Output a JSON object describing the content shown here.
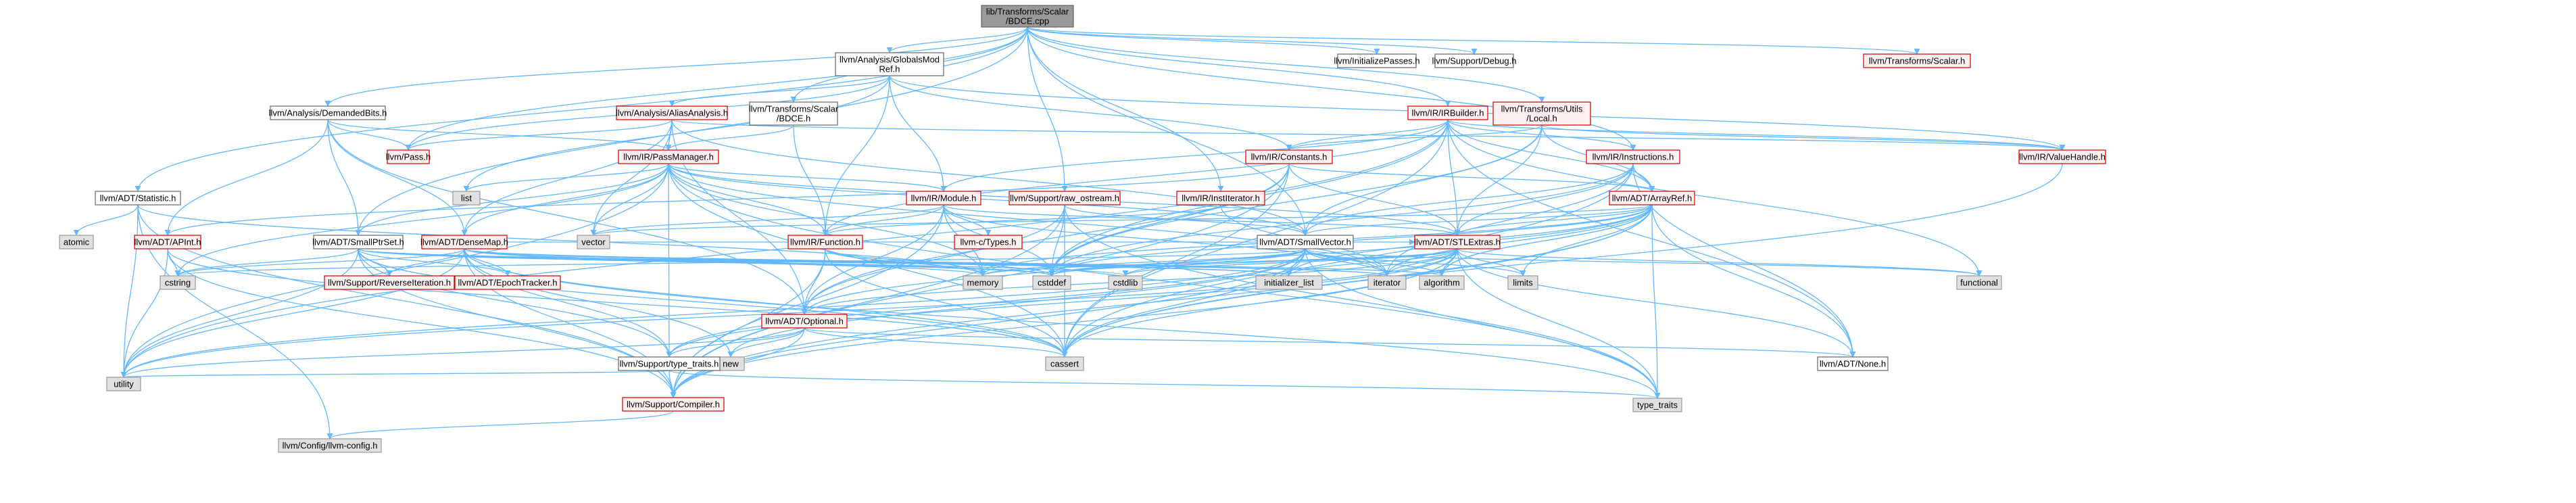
{
  "diagram": {
    "nodes": [
      {
        "id": "root",
        "lines": [
          "lib/Transforms/Scalar",
          "/BDCE.cpp"
        ],
        "style": "root"
      },
      {
        "id": "globalsmodref",
        "lines": [
          "llvm/Analysis/GlobalsMod",
          "Ref.h"
        ],
        "style": "plain"
      },
      {
        "id": "initpasses",
        "lines": [
          "llvm/InitializePasses.h"
        ],
        "style": "plain"
      },
      {
        "id": "debug",
        "lines": [
          "llvm/Support/Debug.h"
        ],
        "style": "plain"
      },
      {
        "id": "scalarh",
        "lines": [
          "llvm/Transforms/Scalar.h"
        ],
        "style": "red"
      },
      {
        "id": "demandedbits",
        "lines": [
          "llvm/Analysis/DemandedBits.h"
        ],
        "style": "plain"
      },
      {
        "id": "aliasanalysis",
        "lines": [
          "llvm/Analysis/AliasAnalysis.h"
        ],
        "style": "red"
      },
      {
        "id": "bdceh",
        "lines": [
          "llvm/Transforms/Scalar",
          "/BDCE.h"
        ],
        "style": "plain"
      },
      {
        "id": "irbuilder",
        "lines": [
          "llvm/IR/IRBuilder.h"
        ],
        "style": "red"
      },
      {
        "id": "utilslocal",
        "lines": [
          "llvm/Transforms/Utils",
          "/Local.h"
        ],
        "style": "red"
      },
      {
        "id": "passh",
        "lines": [
          "llvm/Pass.h"
        ],
        "style": "red"
      },
      {
        "id": "passmanager",
        "lines": [
          "llvm/IR/PassManager.h"
        ],
        "style": "red"
      },
      {
        "id": "constants",
        "lines": [
          "llvm/IR/Constants.h"
        ],
        "style": "red"
      },
      {
        "id": "instructions",
        "lines": [
          "llvm/IR/Instructions.h"
        ],
        "style": "red"
      },
      {
        "id": "valuehandle",
        "lines": [
          "llvm/IR/ValueHandle.h"
        ],
        "style": "red"
      },
      {
        "id": "statistic",
        "lines": [
          "llvm/ADT/Statistic.h"
        ],
        "style": "plain"
      },
      {
        "id": "list",
        "lines": [
          "list"
        ],
        "style": "gray"
      },
      {
        "id": "module",
        "lines": [
          "llvm/IR/Module.h"
        ],
        "style": "red"
      },
      {
        "id": "rawostream",
        "lines": [
          "llvm/Support/raw_ostream.h"
        ],
        "style": "red"
      },
      {
        "id": "institerator",
        "lines": [
          "llvm/IR/InstIterator.h"
        ],
        "style": "red"
      },
      {
        "id": "arrayref",
        "lines": [
          "llvm/ADT/ArrayRef.h"
        ],
        "style": "red"
      },
      {
        "id": "atomic",
        "lines": [
          "atomic"
        ],
        "style": "gray"
      },
      {
        "id": "apint",
        "lines": [
          "llvm/ADT/APInt.h"
        ],
        "style": "red"
      },
      {
        "id": "smallptrset",
        "lines": [
          "llvm/ADT/SmallPtrSet.h"
        ],
        "style": "plain"
      },
      {
        "id": "densemap",
        "lines": [
          "llvm/ADT/DenseMap.h"
        ],
        "style": "red"
      },
      {
        "id": "vector",
        "lines": [
          "vector"
        ],
        "style": "gray"
      },
      {
        "id": "function",
        "lines": [
          "llvm/IR/Function.h"
        ],
        "style": "red"
      },
      {
        "id": "ctypes",
        "lines": [
          "llvm-c/Types.h"
        ],
        "style": "red"
      },
      {
        "id": "smallvector",
        "lines": [
          "llvm/ADT/SmallVector.h"
        ],
        "style": "plain"
      },
      {
        "id": "stlextras",
        "lines": [
          "llvm/ADT/STLExtras.h"
        ],
        "style": "red"
      },
      {
        "id": "cstring",
        "lines": [
          "cstring"
        ],
        "style": "gray"
      },
      {
        "id": "reverseiteration",
        "lines": [
          "llvm/Support/ReverseIteration.h"
        ],
        "style": "red"
      },
      {
        "id": "epochtracker",
        "lines": [
          "llvm/ADT/EpochTracker.h"
        ],
        "style": "red"
      },
      {
        "id": "memory",
        "lines": [
          "memory"
        ],
        "style": "gray"
      },
      {
        "id": "cstddef",
        "lines": [
          "cstddef"
        ],
        "style": "gray"
      },
      {
        "id": "cstdlib",
        "lines": [
          "cstdlib"
        ],
        "style": "gray"
      },
      {
        "id": "initlist",
        "lines": [
          "initializer_list"
        ],
        "style": "gray"
      },
      {
        "id": "iterator",
        "lines": [
          "iterator"
        ],
        "style": "gray"
      },
      {
        "id": "algorithm",
        "lines": [
          "algorithm"
        ],
        "style": "gray"
      },
      {
        "id": "limits",
        "lines": [
          "limits"
        ],
        "style": "gray"
      },
      {
        "id": "functional",
        "lines": [
          "functional"
        ],
        "style": "gray"
      },
      {
        "id": "optional",
        "lines": [
          "llvm/ADT/Optional.h"
        ],
        "style": "red"
      },
      {
        "id": "newh",
        "lines": [
          "new"
        ],
        "style": "gray"
      },
      {
        "id": "typetraits",
        "lines": [
          "llvm/Support/type_traits.h"
        ],
        "style": "plain"
      },
      {
        "id": "cassert",
        "lines": [
          "cassert"
        ],
        "style": "gray"
      },
      {
        "id": "noneh",
        "lines": [
          "llvm/ADT/None.h"
        ],
        "style": "plain"
      },
      {
        "id": "utility",
        "lines": [
          "utility"
        ],
        "style": "gray"
      },
      {
        "id": "compiler",
        "lines": [
          "llvm/Support/Compiler.h"
        ],
        "style": "red"
      },
      {
        "id": "type_traits",
        "lines": [
          "type_traits"
        ],
        "style": "gray"
      },
      {
        "id": "llvmconfig",
        "lines": [
          "llvm/Config/llvm-config.h"
        ],
        "style": "gray"
      }
    ],
    "edges": [
      [
        "root",
        "globalsmodref"
      ],
      [
        "root",
        "initpasses"
      ],
      [
        "root",
        "debug"
      ],
      [
        "root",
        "scalarh"
      ],
      [
        "root",
        "demandedbits"
      ],
      [
        "root",
        "bdceh"
      ],
      [
        "root",
        "irbuilder"
      ],
      [
        "root",
        "utilslocal"
      ],
      [
        "root",
        "passh"
      ],
      [
        "root",
        "statistic"
      ],
      [
        "root",
        "instructions"
      ],
      [
        "root",
        "institerator"
      ],
      [
        "root",
        "rawostream"
      ],
      [
        "root",
        "smallptrset"
      ],
      [
        "root",
        "smallvector"
      ],
      [
        "globalsmodref",
        "aliasanalysis"
      ],
      [
        "globalsmodref",
        "constants"
      ],
      [
        "globalsmodref",
        "module"
      ],
      [
        "globalsmodref",
        "valuehandle"
      ],
      [
        "globalsmodref",
        "passh"
      ],
      [
        "globalsmodref",
        "list"
      ],
      [
        "globalsmodref",
        "function"
      ],
      [
        "demandedbits",
        "passh"
      ],
      [
        "demandedbits",
        "passmanager"
      ],
      [
        "demandedbits",
        "apint"
      ],
      [
        "demandedbits",
        "smallptrset"
      ],
      [
        "demandedbits",
        "densemap"
      ],
      [
        "demandedbits",
        "optional"
      ],
      [
        "aliasanalysis",
        "passh"
      ],
      [
        "aliasanalysis",
        "passmanager"
      ],
      [
        "aliasanalysis",
        "densemap"
      ],
      [
        "aliasanalysis",
        "optional"
      ],
      [
        "aliasanalysis",
        "smallvector"
      ],
      [
        "aliasanalysis",
        "vector"
      ],
      [
        "aliasanalysis",
        "valuehandle"
      ],
      [
        "bdceh",
        "passmanager"
      ],
      [
        "bdceh",
        "function"
      ],
      [
        "irbuilder",
        "arrayref"
      ],
      [
        "irbuilder",
        "stlextras"
      ],
      [
        "irbuilder",
        "constants"
      ],
      [
        "irbuilder",
        "instructions"
      ],
      [
        "irbuilder",
        "function"
      ],
      [
        "irbuilder",
        "module"
      ],
      [
        "irbuilder",
        "valuehandle"
      ],
      [
        "irbuilder",
        "noneh"
      ],
      [
        "irbuilder",
        "cassert"
      ],
      [
        "irbuilder",
        "cstddef"
      ],
      [
        "irbuilder",
        "functional"
      ],
      [
        "irbuilder",
        "utility"
      ],
      [
        "utilslocal",
        "arrayref"
      ],
      [
        "utilslocal",
        "smallvector"
      ],
      [
        "utilslocal",
        "stlextras"
      ],
      [
        "utilslocal",
        "constants"
      ],
      [
        "utilslocal",
        "valuehandle"
      ],
      [
        "utilslocal",
        "cstdint"
      ],
      [
        "passmanager",
        "densemap"
      ],
      [
        "passmanager",
        "smallptrset"
      ],
      [
        "passmanager",
        "smallvector"
      ],
      [
        "passmanager",
        "stlextras"
      ],
      [
        "passmanager",
        "function"
      ],
      [
        "passmanager",
        "module"
      ],
      [
        "passmanager",
        "list"
      ],
      [
        "passmanager",
        "memory"
      ],
      [
        "passmanager",
        "vector"
      ],
      [
        "passmanager",
        "iterator"
      ],
      [
        "passmanager",
        "cassert"
      ],
      [
        "passmanager",
        "cstring"
      ],
      [
        "passmanager",
        "type_traits"
      ],
      [
        "passmanager",
        "utility"
      ],
      [
        "passmanager",
        "typetraits"
      ],
      [
        "constants",
        "apint"
      ],
      [
        "constants",
        "arrayref"
      ],
      [
        "constants",
        "stlextras"
      ],
      [
        "constants",
        "optional"
      ],
      [
        "constants",
        "compiler"
      ],
      [
        "constants",
        "cassert"
      ],
      [
        "constants",
        "cstddef"
      ],
      [
        "constants",
        "cstdint"
      ],
      [
        "instructions",
        "arrayref"
      ],
      [
        "instructions",
        "stlextras"
      ],
      [
        "instructions",
        "noneh"
      ],
      [
        "instructions",
        "iterator"
      ],
      [
        "instructions",
        "cassert"
      ],
      [
        "instructions",
        "cstddef"
      ],
      [
        "instructions",
        "smallvector"
      ],
      [
        "valuehandle",
        "cassert"
      ],
      [
        "statistic",
        "compiler"
      ],
      [
        "statistic",
        "atomic"
      ],
      [
        "statistic",
        "memory"
      ],
      [
        "statistic",
        "utility"
      ],
      [
        "statistic",
        "llvmconfig"
      ],
      [
        "module",
        "ctypes"
      ],
      [
        "module",
        "function"
      ],
      [
        "module",
        "stlextras"
      ],
      [
        "module",
        "optional"
      ],
      [
        "module",
        "cstddef"
      ],
      [
        "module",
        "iterator"
      ],
      [
        "module",
        "memory"
      ],
      [
        "module",
        "string"
      ],
      [
        "module",
        "vector"
      ],
      [
        "module",
        "compiler"
      ],
      [
        "rawostream",
        "compiler"
      ],
      [
        "rawostream",
        "cassert"
      ],
      [
        "rawostream",
        "cstddef"
      ],
      [
        "rawostream",
        "smallvector"
      ],
      [
        "rawostream",
        "type_traits"
      ],
      [
        "rawostream",
        "optional"
      ],
      [
        "institerator",
        "function"
      ],
      [
        "institerator",
        "iterator"
      ],
      [
        "arrayref",
        "smallvector"
      ],
      [
        "arrayref",
        "stlextras"
      ],
      [
        "arrayref",
        "noneh"
      ],
      [
        "arrayref",
        "compiler"
      ],
      [
        "arrayref",
        "algorithm"
      ],
      [
        "arrayref",
        "array"
      ],
      [
        "arrayref",
        "cassert"
      ],
      [
        "arrayref",
        "cstddef"
      ],
      [
        "arrayref",
        "initlist"
      ],
      [
        "arrayref",
        "iterator"
      ],
      [
        "arrayref",
        "memory"
      ],
      [
        "arrayref",
        "type_traits"
      ],
      [
        "arrayref",
        "vector"
      ],
      [
        "arrayref",
        "optional"
      ],
      [
        "arrayref",
        "limits"
      ],
      [
        "apint",
        "compiler"
      ],
      [
        "apint",
        "cassert"
      ],
      [
        "apint",
        "cstring"
      ],
      [
        "apint",
        "utility"
      ],
      [
        "smallptrset",
        "compiler"
      ],
      [
        "smallptrset",
        "reverseiteration"
      ],
      [
        "smallptrset",
        "typetraits"
      ],
      [
        "smallptrset",
        "cassert"
      ],
      [
        "smallptrset",
        "cstddef"
      ],
      [
        "smallptrset",
        "cstdlib"
      ],
      [
        "smallptrset",
        "cstring"
      ],
      [
        "smallptrset",
        "initlist"
      ],
      [
        "smallptrset",
        "iterator"
      ],
      [
        "smallptrset",
        "utility"
      ],
      [
        "smallptrset",
        "epochtracker"
      ],
      [
        "densemap",
        "epochtracker"
      ],
      [
        "densemap",
        "reverseiteration"
      ],
      [
        "densemap",
        "compiler"
      ],
      [
        "densemap",
        "typetraits"
      ],
      [
        "densemap",
        "algorithm"
      ],
      [
        "densemap",
        "cassert"
      ],
      [
        "densemap",
        "cstddef"
      ],
      [
        "densemap",
        "cstring"
      ],
      [
        "densemap",
        "initlist"
      ],
      [
        "densemap",
        "iterator"
      ],
      [
        "densemap",
        "new"
      ],
      [
        "densemap",
        "type_traits"
      ],
      [
        "densemap",
        "utility"
      ],
      [
        "densemap",
        "memory"
      ],
      [
        "densemap",
        "stlextras"
      ],
      [
        "function",
        "compiler"
      ],
      [
        "function",
        "memory"
      ],
      [
        "function",
        "cstddef"
      ],
      [
        "function",
        "cassert"
      ],
      [
        "function",
        "optional"
      ],
      [
        "smallvector",
        "compiler"
      ],
      [
        "smallvector",
        "typetraits"
      ],
      [
        "smallvector",
        "algorithm"
      ],
      [
        "smallvector",
        "cassert"
      ],
      [
        "smallvector",
        "cstddef"
      ],
      [
        "smallvector",
        "cstdlib"
      ],
      [
        "smallvector",
        "cstring"
      ],
      [
        "smallvector",
        "functional"
      ],
      [
        "smallvector",
        "initlist"
      ],
      [
        "smallvector",
        "iterator"
      ],
      [
        "smallvector",
        "limits"
      ],
      [
        "smallvector",
        "memory"
      ],
      [
        "smallvector",
        "new"
      ],
      [
        "smallvector",
        "type_traits"
      ],
      [
        "smallvector",
        "utility"
      ],
      [
        "stlextras",
        "optional"
      ],
      [
        "stlextras",
        "compiler"
      ],
      [
        "stlextras",
        "typetraits"
      ],
      [
        "stlextras",
        "algorithm"
      ],
      [
        "stlextras",
        "cassert"
      ],
      [
        "stlextras",
        "cstddef"
      ],
      [
        "stlextras",
        "cstdlib"
      ],
      [
        "stlextras",
        "functional"
      ],
      [
        "stlextras",
        "initlist"
      ],
      [
        "stlextras",
        "iterator"
      ],
      [
        "stlextras",
        "limits"
      ],
      [
        "stlextras",
        "memory"
      ],
      [
        "stlextras",
        "type_traits"
      ],
      [
        "stlextras",
        "utility"
      ],
      [
        "stlextras",
        "noneh"
      ],
      [
        "optional",
        "noneh"
      ],
      [
        "optional",
        "compiler"
      ],
      [
        "optional",
        "typetraits"
      ],
      [
        "optional",
        "cassert"
      ],
      [
        "optional",
        "new"
      ],
      [
        "optional",
        "utility"
      ],
      [
        "typetraits",
        "compiler"
      ],
      [
        "typetraits",
        "type_traits"
      ],
      [
        "typetraits",
        "utility"
      ],
      [
        "compiler",
        "llvmconfig"
      ]
    ]
  },
  "colors": {
    "root_fill": "#999999",
    "root_stroke": "#666666",
    "plain_fill": "#ffffff",
    "plain_stroke": "#666666",
    "red_fill": "#fff0f0",
    "red_stroke": "#cc0000",
    "gray_fill": "#e0e0e0",
    "gray_stroke": "#999999",
    "edge": "#63b8ff",
    "text": "#000000"
  }
}
